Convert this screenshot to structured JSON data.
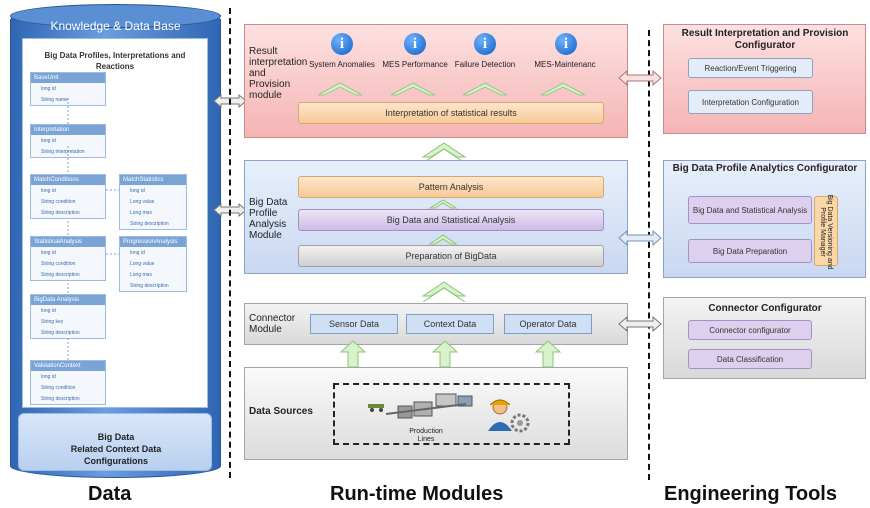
{
  "db": {
    "title": "Knowledge & Data Base",
    "inner_title": "Big Data Profiles, Interpretations and Reactions",
    "bottom_label": "Big Data\nRelated Context Data\nConfigurations",
    "schema_boxes": [
      {
        "title": "BaseUnit",
        "fields": [
          "long id",
          "String name"
        ]
      },
      {
        "title": "Interpretation",
        "fields": [
          "long id",
          "String interpretation"
        ]
      },
      {
        "title": "MatchConditions",
        "fields": [
          "long id",
          "String condition",
          "String description"
        ]
      },
      {
        "title": "MatchStatistics",
        "fields": [
          "long id",
          "Long value",
          "Long max",
          "String description"
        ]
      },
      {
        "title": "StatisticalAnalysis",
        "fields": [
          "long id",
          "String condition",
          "String description"
        ]
      },
      {
        "title": "ProgressionAnalysis",
        "fields": [
          "long id",
          "Long value",
          "Long max",
          "String description"
        ]
      },
      {
        "title": "BigData Analysis",
        "fields": [
          "long id",
          "String key",
          "String description"
        ]
      },
      {
        "title": "ValidationContext",
        "fields": [
          "long id",
          "String condition",
          "String description"
        ]
      }
    ]
  },
  "modules": {
    "result": {
      "label": "Result interpretation and Provision module",
      "icons": [
        "System Anomalies",
        "MES Performance",
        "Failure Detection",
        "MES-Maintenanc"
      ],
      "bar": "Interpretation of statistical results"
    },
    "analysis": {
      "label": "Big Data Profile Analysis Module",
      "bars": [
        "Pattern Analysis",
        "Big Data and Statistical Analysis",
        "Preparation of BigData"
      ]
    },
    "connector": {
      "label": "Connector Module",
      "items": [
        "Sensor Data",
        "Context Data",
        "Operator Data"
      ]
    },
    "sources": {
      "label": "Data Sources",
      "production": "Production Lines"
    }
  },
  "tools": {
    "result_cfg": {
      "title": "Result Interpretation and Provision Configurator",
      "items": [
        "Reaction/Event Triggering",
        "Interpretation Configuration"
      ]
    },
    "analytics_cfg": {
      "title": "Big Data Profile Analytics Configurator",
      "items": [
        "Big Data and Statistical Analysis",
        "Big Data Preparation"
      ],
      "side": "Big Data Versioning and Profile Manager"
    },
    "connector_cfg": {
      "title": "Connector Configurator",
      "items": [
        "Connector configurator",
        "Data Classification"
      ]
    }
  },
  "footer": {
    "data": "Data",
    "runtime": "Run-time Modules",
    "engineering": "Engineering Tools"
  },
  "colors": {
    "db_blue": "#3f7cc7",
    "result_red": "#f9c4c4",
    "analysis_blue": "#dbe6f8",
    "gray": "#e3e3e3",
    "orange": "#fbd7a8",
    "purple": "#ddd0ef",
    "green_arrow": "#c9f2b7"
  }
}
